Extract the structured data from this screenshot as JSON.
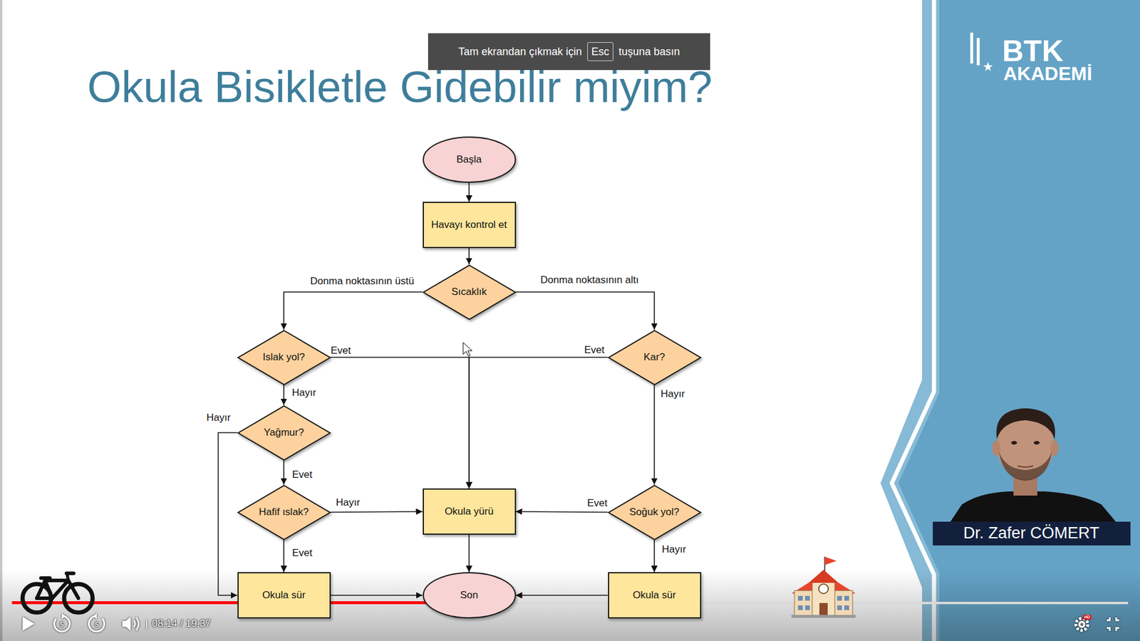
{
  "diagram": {
    "title": "Okula Bisikletle Gidebilir miyim?",
    "nodes": [
      {
        "text": [
          "Başla"
        ]
      },
      {
        "text": [
          "Havayı kontrol et"
        ]
      },
      {
        "text": [
          "Sıcaklık"
        ]
      },
      {
        "text": [
          "Islak yol?"
        ]
      },
      {
        "text": [
          "Kar?"
        ]
      },
      {
        "text": [
          "Yağmur?"
        ]
      },
      {
        "text": [
          "Hafif ıslak?"
        ]
      },
      {
        "text": [
          "Okula yürü"
        ]
      },
      {
        "text": [
          "Soğuk yol?"
        ]
      },
      {
        "text": [
          "Okula sür"
        ]
      },
      {
        "text": [
          "Son"
        ]
      },
      {
        "text": [
          "Okula sür"
        ]
      }
    ],
    "edges": [
      {
        "from": 0,
        "to": 1,
        "arrow": "to"
      },
      {
        "from": 1,
        "to": 2,
        "arrow": "to"
      },
      {
        "from": 2,
        "to": 3,
        "label": "Donma noktasının üstü",
        "arrow": "to"
      },
      {
        "from": 2,
        "to": 4,
        "label": "Donma noktasının altı",
        "arrow": "to"
      },
      {
        "from": 3,
        "to": 7,
        "label": "Evet",
        "arrow": "to"
      },
      {
        "from": 4,
        "to": 7,
        "label": "Evet",
        "arrow": "to"
      },
      {
        "from": 3,
        "to": 5,
        "label": "Hayır",
        "arrow": "to"
      },
      {
        "from": 5,
        "to": 9,
        "label": "Hayır",
        "arrow": "to"
      },
      {
        "from": 5,
        "to": 6,
        "label": "Evet",
        "arrow": "to"
      },
      {
        "from": 6,
        "to": 7,
        "label": "Hayır",
        "arrow": "to"
      },
      {
        "from": 6,
        "to": 9,
        "label": "Evet",
        "arrow": "to"
      },
      {
        "from": 4,
        "to": 8,
        "label": "Hayır",
        "arrow": "to"
      },
      {
        "from": 8,
        "to": 7,
        "label": "Evet",
        "arrow": "to"
      },
      {
        "from": 8,
        "to": 11,
        "label": "Hayır",
        "arrow": "to"
      },
      {
        "from": 9,
        "to": 10,
        "arrow": "to"
      },
      {
        "from": 7,
        "to": 10,
        "arrow": "to"
      },
      {
        "from": 11,
        "to": 10,
        "arrow": "to"
      }
    ],
    "labels": [
      "Tam ekrandan çıkmak için",
      "Esc",
      "tuşuna basın",
      "BTK",
      "AKADEMİ",
      "Dr. Zafer CÖMERT",
      "5",
      "5",
      "08:14 / 19:37",
      "HD"
    ]
  }
}
